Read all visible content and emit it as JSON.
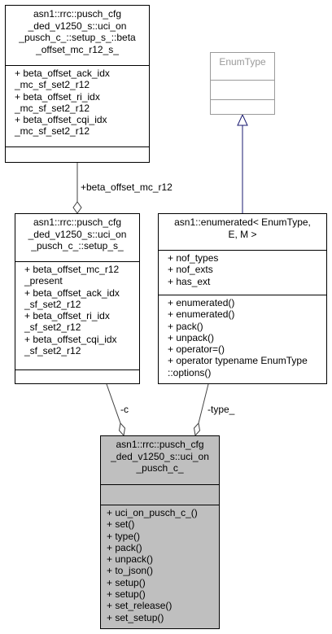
{
  "boxes": {
    "beta_offset": {
      "title_lines": [
        "asn1::rrc::pusch_cfg",
        "_ded_v1250_s::uci_on",
        "_pusch_c_::setup_s_::beta",
        "_offset_mc_r12_s_"
      ],
      "attributes": [
        "+ beta_offset_ack_idx",
        "_mc_sf_set2_r12",
        "+ beta_offset_ri_idx",
        "_mc_sf_set2_r12",
        "+ beta_offset_cqi_idx",
        "_mc_sf_set2_r12"
      ],
      "methods": []
    },
    "enum_type": {
      "title_lines": [
        "EnumType"
      ],
      "attributes": [],
      "methods": []
    },
    "setup": {
      "title_lines": [
        "asn1::rrc::pusch_cfg",
        "_ded_v1250_s::uci_on",
        "_pusch_c_::setup_s_"
      ],
      "attributes": [
        "+ beta_offset_mc_r12",
        "_present",
        "+ beta_offset_ack_idx",
        "_sf_set2_r12",
        "+ beta_offset_ri_idx",
        "_sf_set2_r12",
        "+ beta_offset_cqi_idx",
        "_sf_set2_r12"
      ],
      "methods": []
    },
    "enumerated": {
      "title_lines": [
        "asn1::enumerated< EnumType,",
        "E, M >"
      ],
      "attributes": [
        "+ nof_types",
        "+ nof_exts",
        "+ has_ext"
      ],
      "methods": [
        "+ enumerated()",
        "+ enumerated()",
        "+ pack()",
        "+ unpack()",
        "+ operator=()",
        "+ operator typename EnumType",
        "::options()"
      ]
    },
    "uci_on_pusch": {
      "title_lines": [
        "asn1::rrc::pusch_cfg",
        "_ded_v1250_s::uci_on",
        "_pusch_c_"
      ],
      "attributes": [],
      "methods": [
        "+ uci_on_pusch_c_()",
        "+ set()",
        "+ type()",
        "+ pack()",
        "+ unpack()",
        "+ to_json()",
        "+ setup()",
        "+ setup()",
        "+ set_release()",
        "+ set_setup()"
      ]
    }
  },
  "edge_labels": {
    "beta_offset_mc_r12": "+beta_offset_mc_r12",
    "c": "-c",
    "type": "-type_"
  },
  "colors": {
    "inheritance_edge": "#191970",
    "highlight_box": "#bfbfbf",
    "template_box_border": "#9a9a9a"
  }
}
